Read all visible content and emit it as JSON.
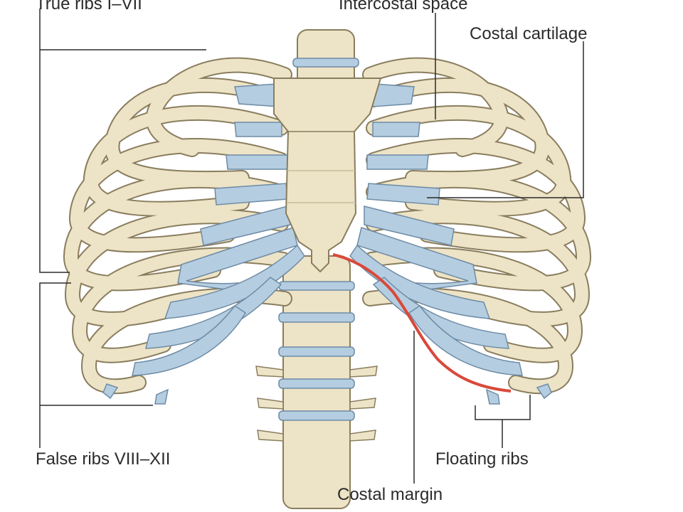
{
  "labels": {
    "true_ribs": "True ribs I–VII",
    "intercostal_space": "Intercostal space",
    "costal_cartilage": "Costal cartilage",
    "false_ribs": "False ribs VIII–XII",
    "floating_ribs": "Floating ribs",
    "costal_margin": "Costal margin"
  },
  "colors": {
    "bone": "#ede3c6",
    "bone_outline": "#8a7d5e",
    "cartilage": "#b5cde0",
    "cartilage_outline": "#6d8ba6",
    "costal_margin_line": "#d9493b",
    "leader_line": "#2b2b2b"
  }
}
